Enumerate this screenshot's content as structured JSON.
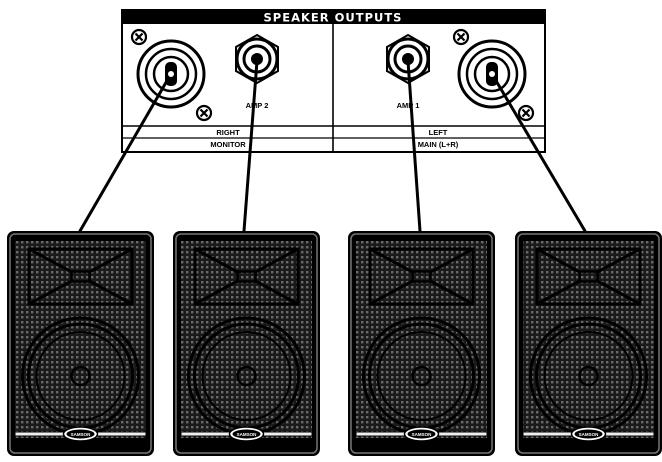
{
  "panel": {
    "title": "SPEAKER OUTPUTS",
    "right_jack_label": "AMP 2",
    "left_jack_label": "AMP 1",
    "right_channel": "RIGHT",
    "left_channel": "LEFT",
    "right_output": "MONITOR",
    "left_output": "MAIN (L+R)"
  },
  "speakers": [
    {
      "id": "speaker-1",
      "brand_badge": "SAMSON",
      "connected_to": "right-speakon"
    },
    {
      "id": "speaker-2",
      "brand_badge": "SAMSON",
      "connected_to": "amp2-jack"
    },
    {
      "id": "speaker-3",
      "brand_badge": "SAMSON",
      "connected_to": "amp1-jack"
    },
    {
      "id": "speaker-4",
      "brand_badge": "SAMSON",
      "connected_to": "left-speakon"
    }
  ],
  "colors": {
    "ink": "#000000",
    "paper": "#ffffff"
  },
  "icons": [
    "screw-icon",
    "speakon-connector-icon",
    "quarter-inch-jack-icon",
    "woofer-icon",
    "horn-icon"
  ]
}
